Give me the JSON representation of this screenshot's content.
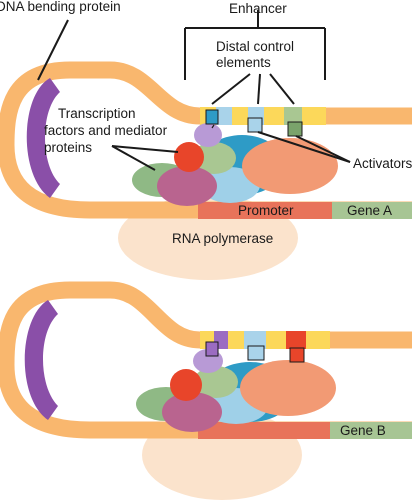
{
  "labels": {
    "dna_bending_protein": "DNA bending protein",
    "enhancer": "Enhancer",
    "distal_control_line1": "Distal control",
    "distal_control_line2": "elements",
    "tf_line1": "Transcription",
    "tf_line2": "factors and mediator",
    "tf_line3": "proteins",
    "activators": "Activators",
    "promoter": "Promoter",
    "gene_a": "Gene A",
    "rna_polymerase": "RNA polymerase",
    "gene_b": "Gene B"
  },
  "colors": {
    "dna_strand": "#f9b76e",
    "dna_bending_protein": "#8a4fa8",
    "enhancer_yellow": "#fcd85a",
    "enhancer_purple": "#9b6cc1",
    "enhancer_blue": "#a9d3ea",
    "enhancer_green": "#a9c792",
    "enhancer_red": "#e8452a",
    "promoter": "#e8735a",
    "gene": "#a7c594",
    "rna_polymerase": "#fbe3cc",
    "activator_blue": "#2e9bc6",
    "activator_green": "#7aa36b",
    "activator_salmon": "#f29a74",
    "tf_red": "#e8452a",
    "tf_lavender": "#b89ad6",
    "tf_green": "#8fb985",
    "tf_mauve": "#b9648f",
    "tf_lightblue": "#9fd0e8",
    "tf_sage": "#a9c792"
  }
}
